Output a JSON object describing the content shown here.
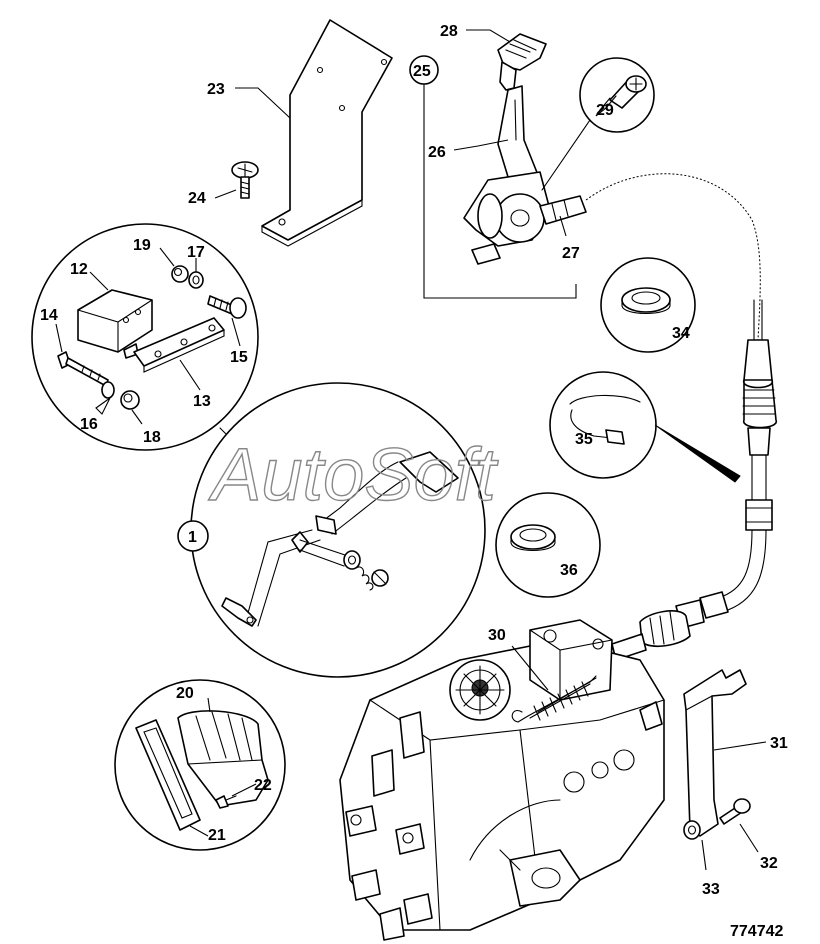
{
  "watermark": "AutoSoft",
  "drawing_number": "774742",
  "callouts": {
    "c1": "1",
    "c12": "12",
    "c13": "13",
    "c14": "14",
    "c15": "15",
    "c16": "16",
    "c17": "17",
    "c18": "18",
    "c19": "19",
    "c20": "20",
    "c21": "21",
    "c22": "22",
    "c23": "23",
    "c24": "24",
    "c25": "25",
    "c26": "26",
    "c27": "27",
    "c28": "28",
    "c29": "29",
    "c30": "30",
    "c31": "31",
    "c32": "32",
    "c33": "33",
    "c34": "34",
    "c35": "35",
    "c36": "36"
  }
}
